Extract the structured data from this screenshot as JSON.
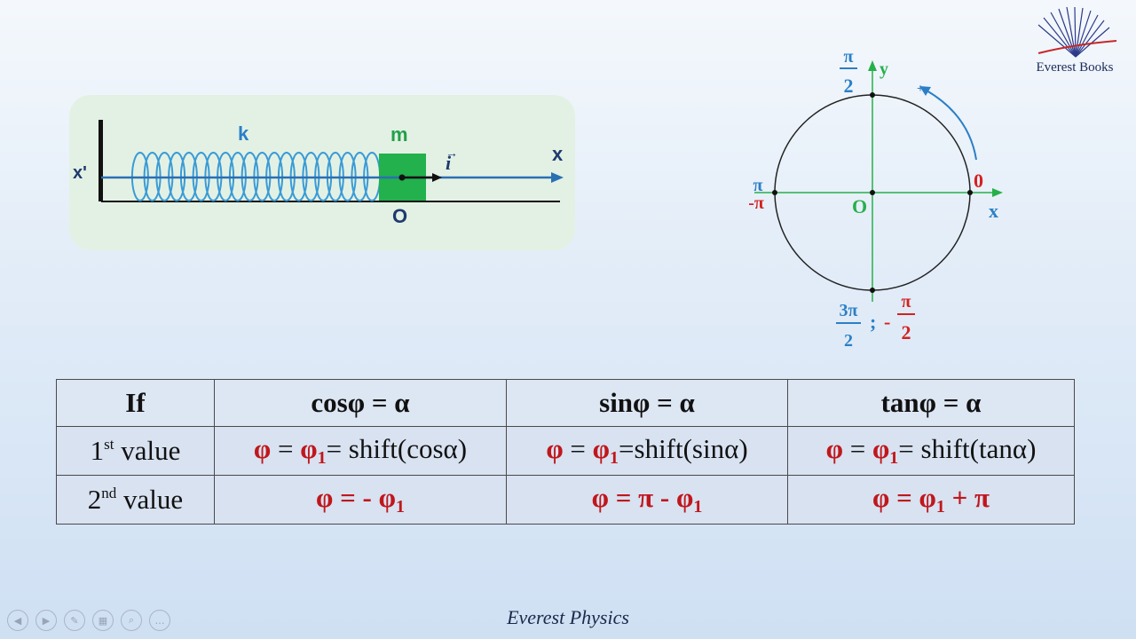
{
  "logo": {
    "text": "Everest Books",
    "accent_color": "#2c3a8a"
  },
  "spring": {
    "spring_label": "k",
    "mass_label": "m",
    "axis_label": "x",
    "origin_label": "O",
    "wall_label": "x'",
    "unit_vector_label": "i",
    "spring_color": "#3a9bd6",
    "mass_color": "#22b14c"
  },
  "circle": {
    "top_num": "π",
    "top_den": "2",
    "y_label": "y",
    "x_label": "x",
    "plus_label": "+",
    "right_label": "0",
    "left_top": "π",
    "left_bottom": "-π",
    "origin_label": "O",
    "bottom_num": "3π",
    "bottom_den": "2",
    "bottom_sep": ";",
    "bottom_neg": "-",
    "bottom_neg_num": "π",
    "bottom_neg_den": "2",
    "blue": "#2b7fc6",
    "red": "#d42020",
    "green": "#27b04a"
  },
  "table": {
    "headers": [
      "If",
      "cosφ = α",
      "sinφ = α",
      "tanφ = α"
    ],
    "rows": [
      {
        "label_num": "1",
        "label_sup": "st",
        "label_rest": " value",
        "cells": [
          {
            "a": "φ",
            "b": " = ",
            "c": "φ",
            "sub": "1",
            "rest": "= shift(cosα)"
          },
          {
            "a": "φ",
            "b": " = ",
            "c": "φ",
            "sub": "1",
            "rest": "=shift(sinα)"
          },
          {
            "a": "φ",
            "b": " = ",
            "c": "φ",
            "sub": "1",
            "rest": "= shift(tanα)"
          }
        ]
      },
      {
        "label_num": "2",
        "label_sup": "nd",
        "label_rest": " value",
        "cells": [
          {
            "pre": "φ = - φ",
            "sub": "1",
            "post": ""
          },
          {
            "pre": "φ = π - φ",
            "sub": "1",
            "post": ""
          },
          {
            "pre": "φ =  φ",
            "sub": "1",
            "post": " + π"
          }
        ]
      }
    ]
  },
  "footer": {
    "text": "Everest Physics"
  },
  "nav": {
    "icons": [
      "prev-icon",
      "next-icon",
      "pen-icon",
      "slides-icon",
      "zoom-icon",
      "more-icon"
    ]
  }
}
